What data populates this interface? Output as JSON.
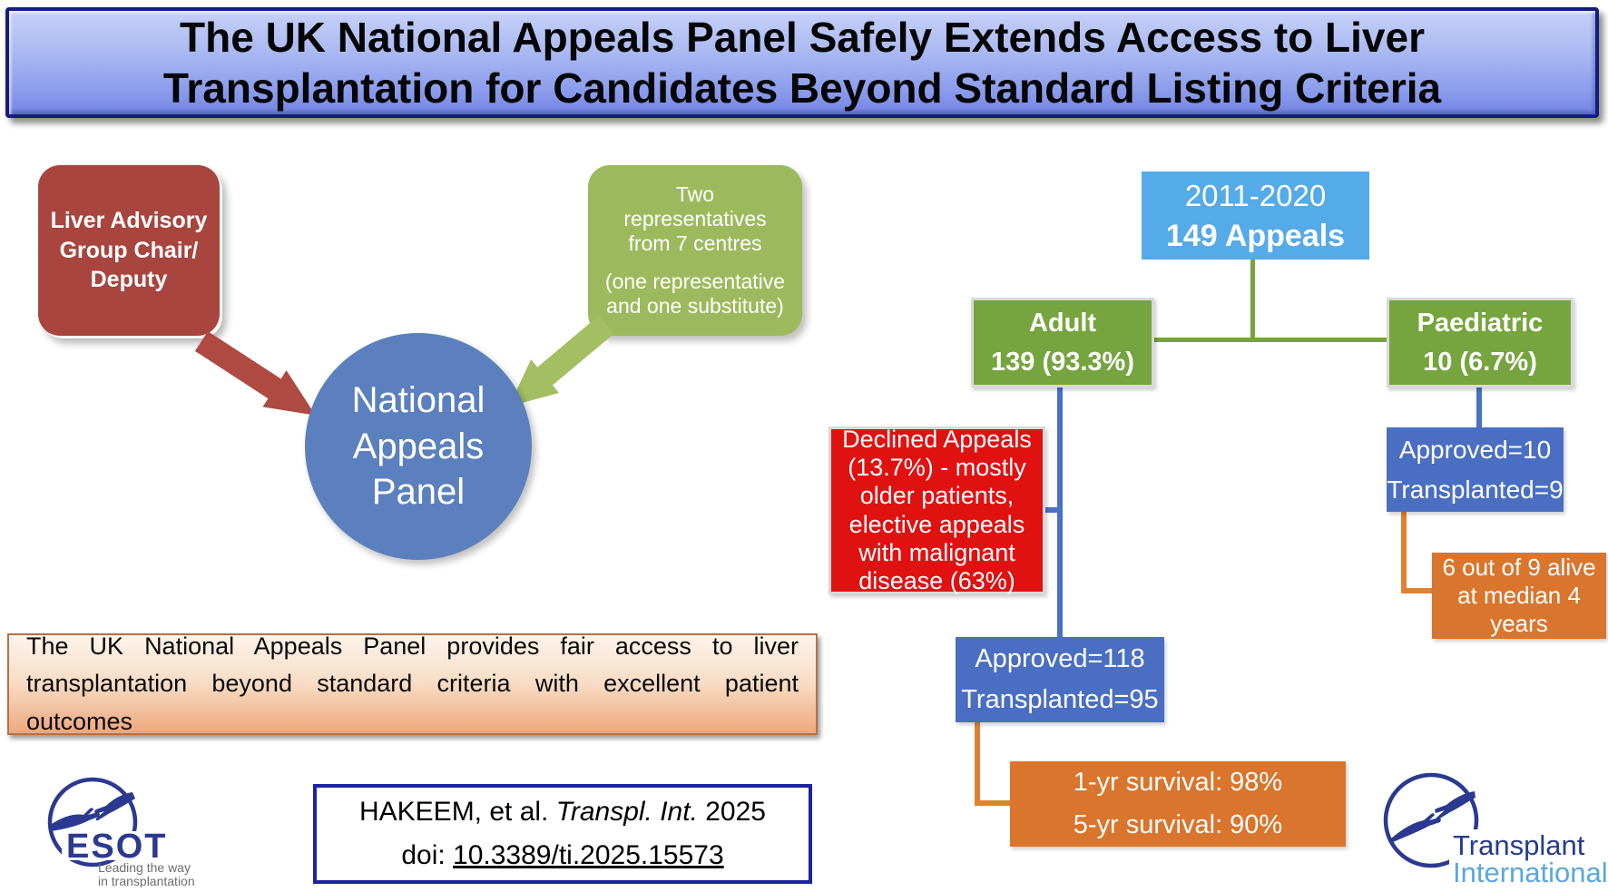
{
  "title": {
    "line1": "The UK National Appeals Panel Safely Extends Access to Liver",
    "line2": "Transplantation for Candidates Beyond Standard Listing Criteria"
  },
  "panel": {
    "chair": {
      "lines": [
        "Liver Advisory",
        "Group Chair/",
        "Deputy"
      ]
    },
    "representatives": {
      "para1": "Two representatives from 7 centres",
      "para2": "(one representative and one substitute)"
    },
    "circle": {
      "lines": [
        "National",
        "Appeals",
        "Panel"
      ]
    }
  },
  "flowchart": {
    "root": {
      "period": "2011-2020",
      "count": "149 Appeals"
    },
    "adult": {
      "title": "Adult",
      "value": "139 (93.3%)"
    },
    "paediatric": {
      "title": "Paediatric",
      "value": "10 (6.7%)"
    },
    "declined": {
      "text": "Declined Appeals (13.7%) - mostly older patients, elective appeals with malignant disease (63%)"
    },
    "adult_outcome": {
      "line1": "Approved=118",
      "line2": "Transplanted=95"
    },
    "adult_survival": {
      "line1": "1-yr survival: 98%",
      "line2": "5-yr survival: 90%"
    },
    "paediatric_outcome": {
      "line1": "Approved=10",
      "line2": "Transplanted=9"
    },
    "paediatric_survival": {
      "text": "6 out of 9 alive at median 4 years"
    }
  },
  "summary": {
    "line1": "The UK National Appeals Panel provides fair access to liver",
    "line2": "transplantation beyond standard criteria with excellent patient outcomes"
  },
  "citation": {
    "authors": "HAKEEM, et al.",
    "journal": "Transpl. Int.",
    "year": "2025",
    "doi_label": "doi:",
    "doi": "10.3389/ti.2025.15573"
  },
  "logos": {
    "esot": {
      "name": "ESOT",
      "tagline1": "Leading the way",
      "tagline2": "in transplantation"
    },
    "transplant_international": {
      "line1": "Transplant",
      "line2": "International"
    }
  },
  "colors": {
    "banner_blue": "#8a9bec",
    "banner_border_navy": "#121d80",
    "brick_red": "#a8453f",
    "olive_green": "#9cba5d",
    "circle_blue": "#5b80bd",
    "sky_blue": "#55aae8",
    "flow_green": "#76a43e",
    "bright_red": "#e01111",
    "royal_blue": "#4a6ec1",
    "orange": "#d9752c",
    "peach_border": "#b5714a",
    "logo_navy": "#2b3990",
    "logo_light_blue": "#5aa7dc",
    "tagline_gray": "#6d6e71"
  }
}
